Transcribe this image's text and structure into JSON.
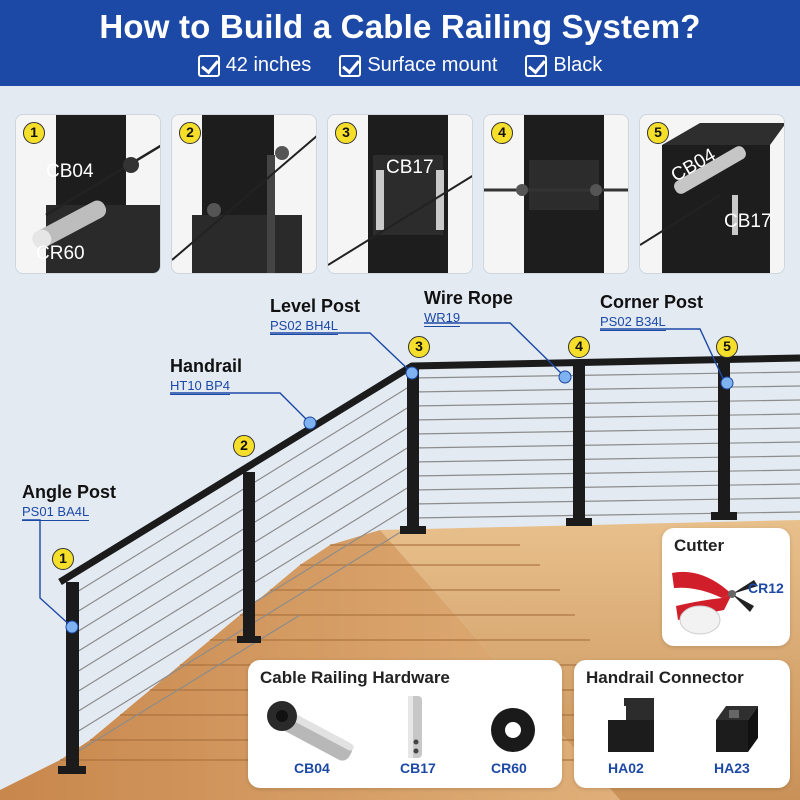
{
  "header": {
    "title": "How to Build a Cable Railing System?",
    "features": [
      "42 inches",
      "Surface mount",
      "Black"
    ]
  },
  "steps": [
    {
      "num": "1",
      "labels": [
        "CB04",
        "CR60"
      ]
    },
    {
      "num": "2",
      "labels": []
    },
    {
      "num": "3",
      "labels": [
        "CB17"
      ]
    },
    {
      "num": "4",
      "labels": []
    },
    {
      "num": "5",
      "labels": [
        "CB04",
        "CB17"
      ]
    }
  ],
  "callouts": {
    "angle_post": {
      "name": "Angle Post",
      "code": "PS01 BA4L",
      "num": "1"
    },
    "handrail": {
      "name": "Handrail",
      "code": "HT10 BP4",
      "num": "2"
    },
    "level_post": {
      "name": "Level Post",
      "code": "PS02 BH4L",
      "num": "3"
    },
    "wire_rope": {
      "name": "Wire Rope",
      "code": "WR19",
      "num": "4"
    },
    "corner_post": {
      "name": "Corner Post",
      "code": "PS02 B34L",
      "num": "5"
    }
  },
  "cutter": {
    "title": "Cutter",
    "code": "CR12"
  },
  "hardware": {
    "title": "Cable Railing Hardware",
    "parts": [
      "CB04",
      "CB17",
      "CR60"
    ]
  },
  "connector": {
    "title": "Handrail Connector",
    "parts": [
      "HA02",
      "HA23"
    ]
  },
  "colors": {
    "brand": "#1d49a6",
    "badge": "#f6df2a",
    "post": "#1b1b1b",
    "wood": "#d9a66e"
  }
}
